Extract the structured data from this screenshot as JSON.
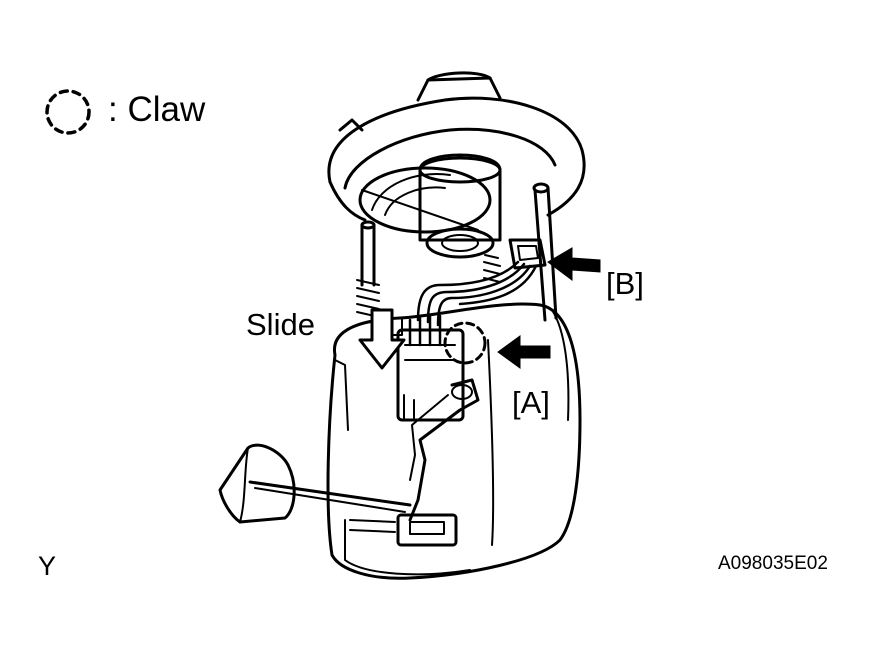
{
  "legend": {
    "symbol_icon": "dashed-circle-icon",
    "label": ": Claw"
  },
  "labels": {
    "slide": "Slide",
    "part_a": "[A]",
    "part_b": "[B]",
    "view_letter": "Y",
    "figure_code": "A098035E02"
  },
  "colors": {
    "ink": "#000000",
    "paper": "#ffffff"
  }
}
